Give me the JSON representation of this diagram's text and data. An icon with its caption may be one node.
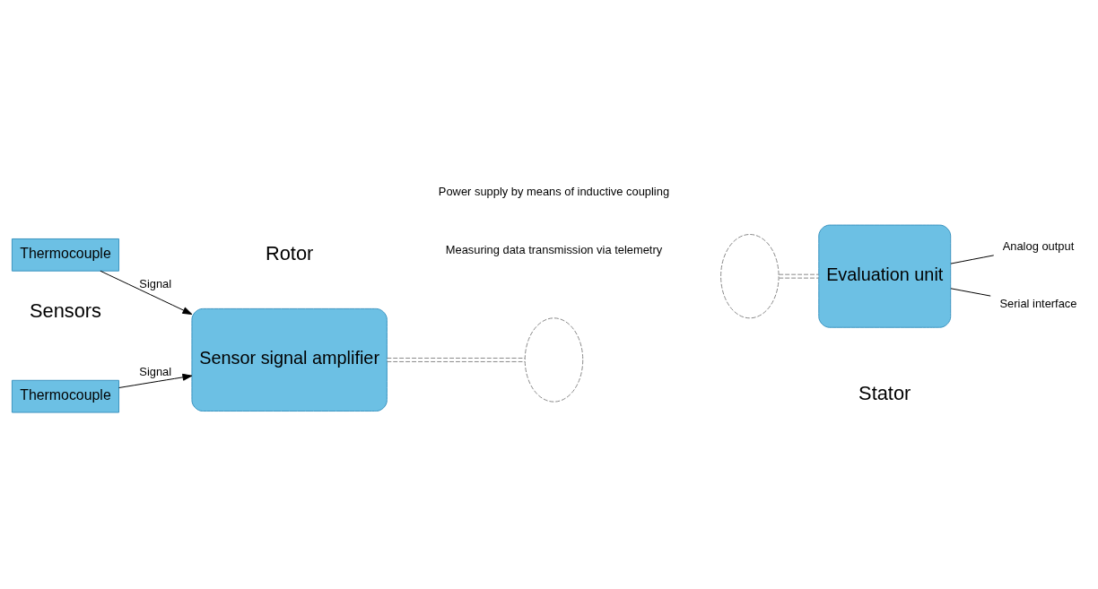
{
  "diagram": {
    "nodes": [
      {
        "text": [
          "Thermocouple"
        ]
      },
      {
        "text": [
          "Thermocouple"
        ]
      },
      {
        "text": [
          "Sensor signal amplifier"
        ]
      },
      {
        "text": [
          "Evaluation unit"
        ]
      },
      {
        "text": [
          "Analog output"
        ]
      },
      {
        "text": [
          "Serial interface"
        ]
      },
      {
        "text": [],
        "shape": "circle"
      },
      {
        "text": [],
        "shape": "circle"
      }
    ],
    "edges": [
      {
        "from": 0,
        "to": 2,
        "arrow": "to",
        "label": "Signal"
      },
      {
        "from": 1,
        "to": 2,
        "arrow": "to",
        "label": "Signal"
      },
      {
        "from": 2,
        "to": 6,
        "arrow": "none",
        "style": "dashed",
        "color": "#888888"
      },
      {
        "from": 7,
        "to": 3,
        "arrow": "none",
        "style": "dashed",
        "color": "#888888"
      },
      {
        "from": 3,
        "to": 4,
        "arrow": "none"
      },
      {
        "from": 3,
        "to": 5,
        "arrow": "none"
      }
    ],
    "labels": [
      "Sensors",
      "Measuring data transmission via telemetry",
      "Rotor",
      "Power supply by means of inductive coupling",
      "Stator"
    ]
  }
}
